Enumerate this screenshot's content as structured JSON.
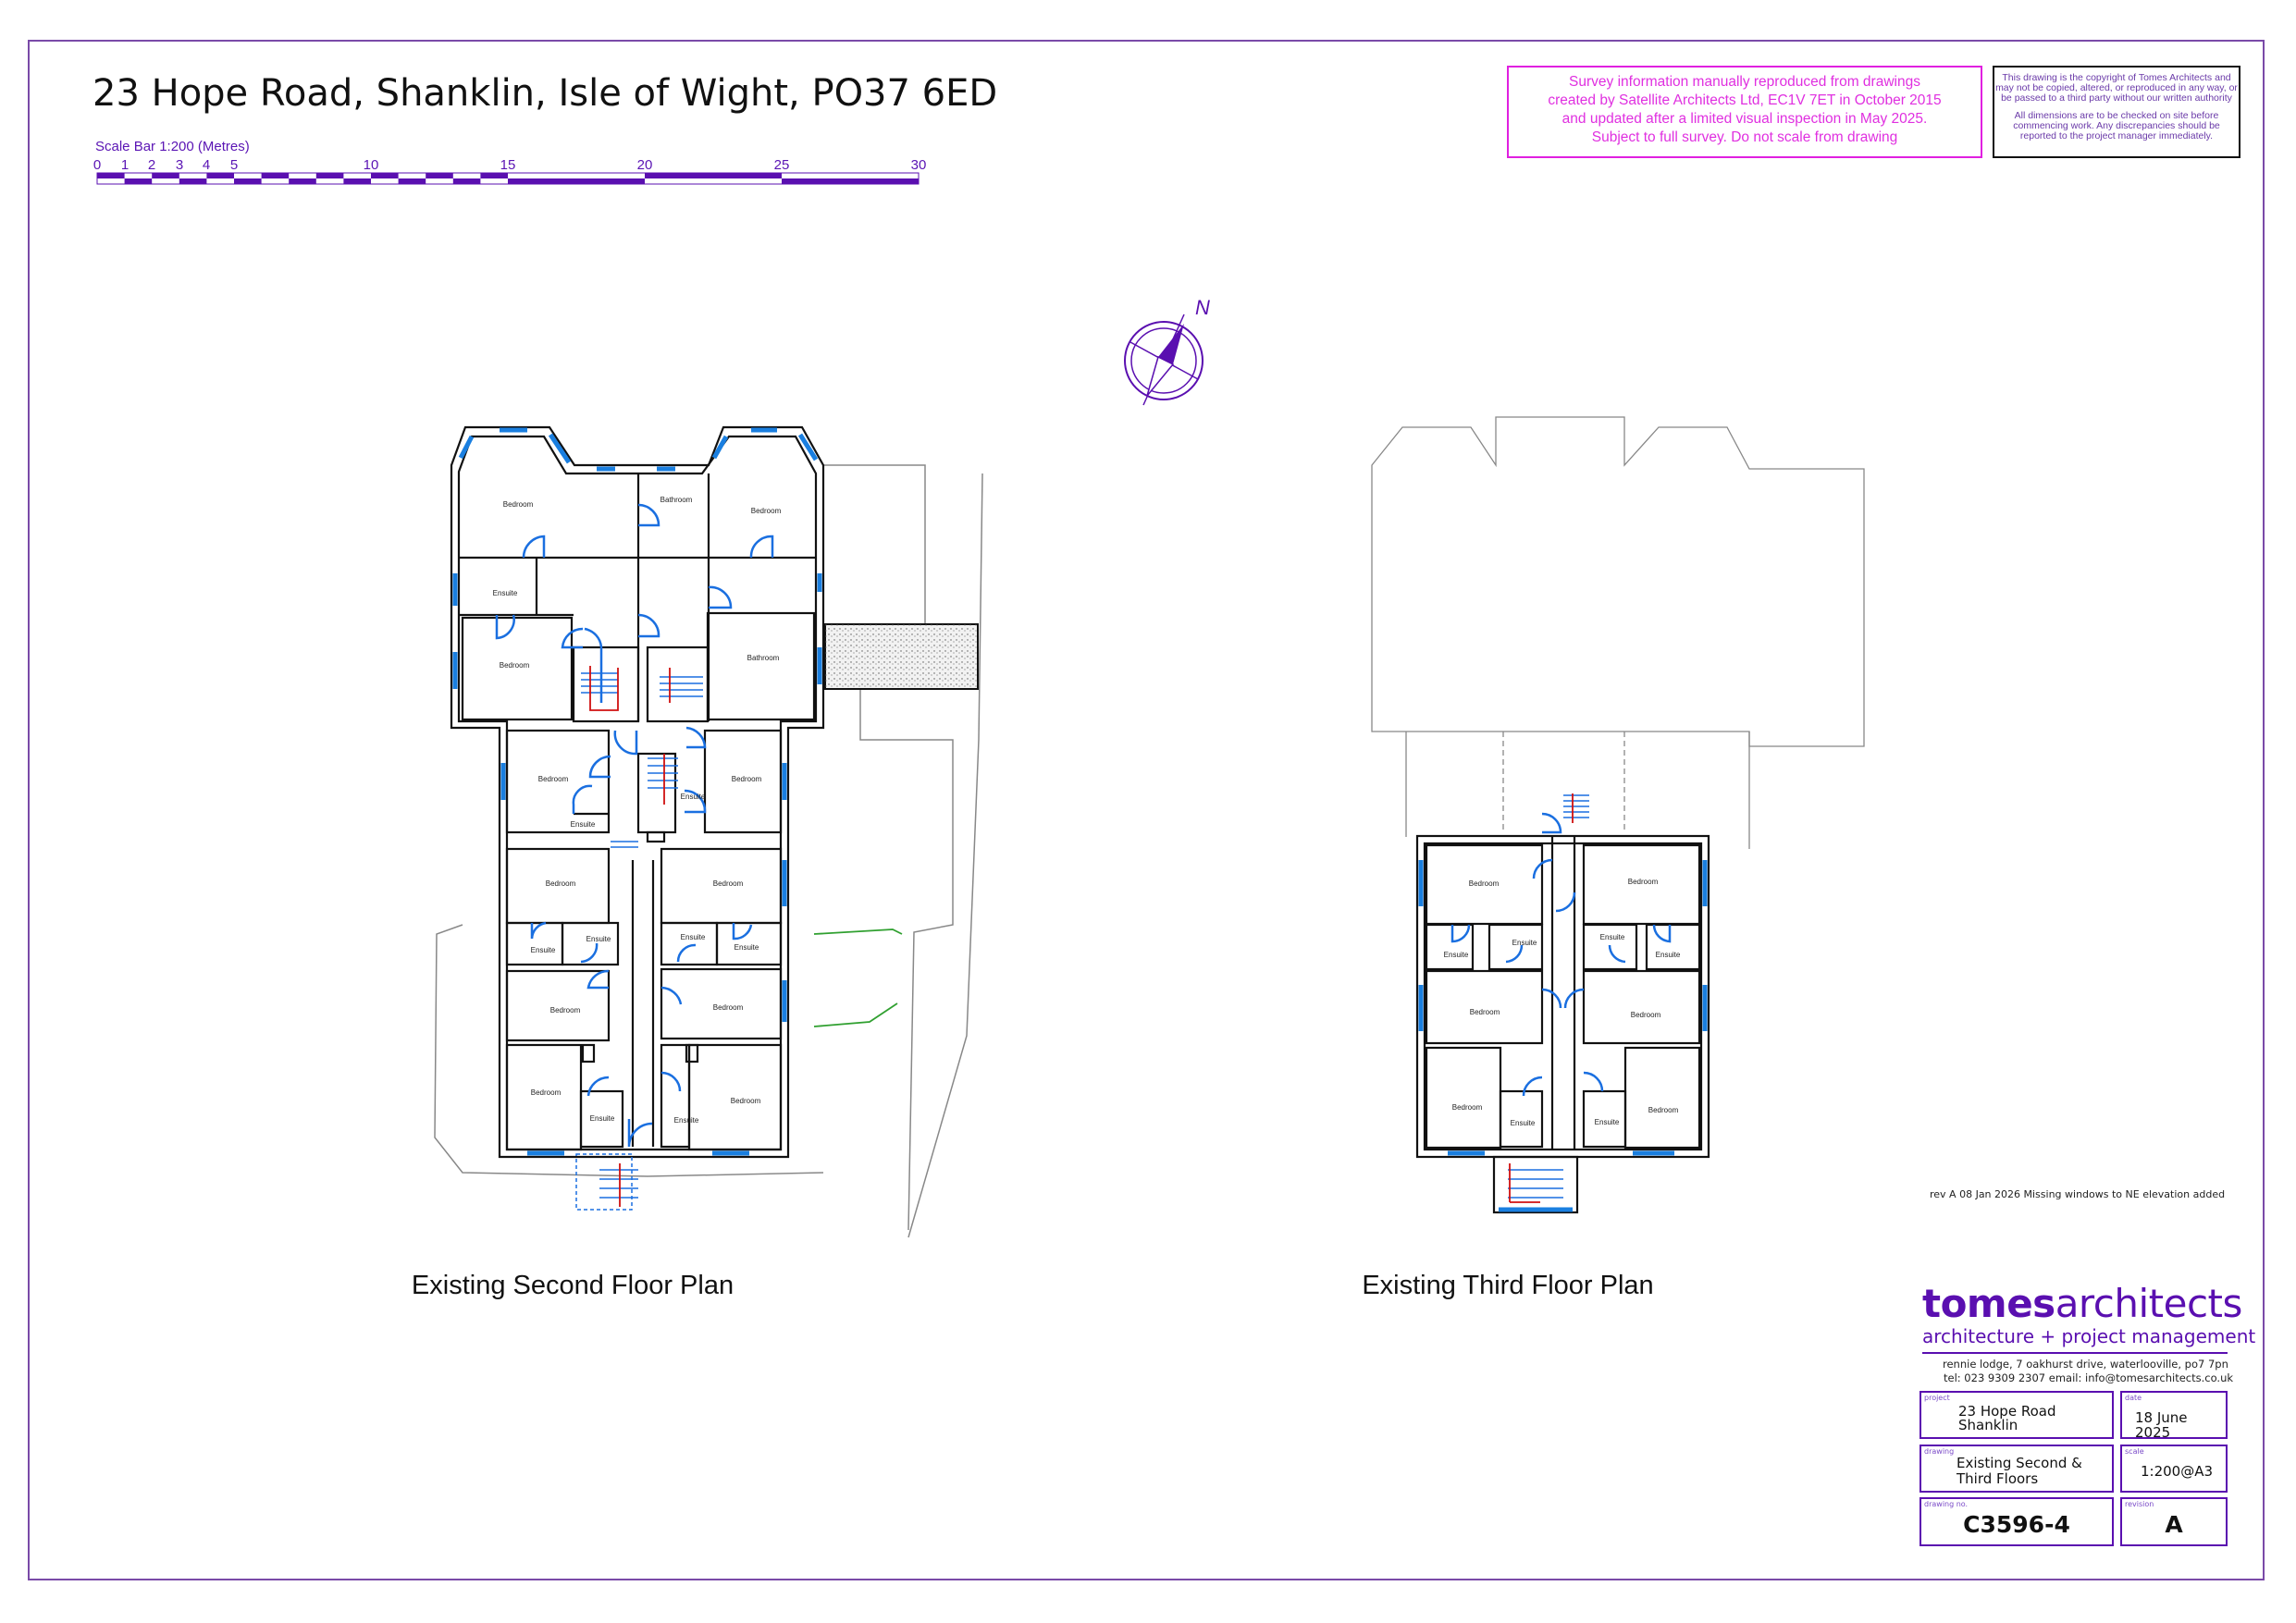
{
  "title": "23 Hope Road, Shanklin, Isle of Wight, PO37 6ED",
  "scale_bar": {
    "label": "Scale Bar 1:200 (Metres)",
    "ticks": [
      "0",
      "1",
      "2",
      "3",
      "4",
      "5",
      "10",
      "15",
      "20",
      "25",
      "30"
    ],
    "color": "#5a0fb0"
  },
  "survey_note": {
    "lines": [
      "Survey information manually reproduced from drawings",
      "created by Satellite Architects Ltd, EC1V 7ET in October 2015",
      "and updated after a limited visual inspection in May 2025.",
      "Subject to full survey. Do not scale from drawing"
    ],
    "color": "#e030e0"
  },
  "copyright_note": {
    "para1": "This drawing is the copyright of Tomes Architects and may not be copied, altered, or reproduced in any way, or be passed to a third party without our written authority",
    "para2": "All dimensions are to be checked on site before commencing work. Any discrepancies should be reported to the project manager immediately."
  },
  "north_label": "N",
  "plans": {
    "second": {
      "caption": "Existing Second Floor Plan",
      "rooms": [
        "Bedroom",
        "Bathroom",
        "Bedroom",
        "Ensuite",
        "Bedroom",
        "Bathroom",
        "Bedroom",
        "Ensuite",
        "Bedroom",
        "Ensuite",
        "Bedroom",
        "Bedroom",
        "Ensuite",
        "Ensuite",
        "Ensuite",
        "Ensuite",
        "Bedroom",
        "Bedroom",
        "Bedroom",
        "Bedroom",
        "Ensuite",
        "Ensuite"
      ]
    },
    "third": {
      "caption": "Existing Third Floor Plan",
      "rooms": [
        "Bedroom",
        "Bedroom",
        "Ensuite",
        "Ensuite",
        "Ensuite",
        "Ensuite",
        "Bedroom",
        "Bedroom",
        "Bedroom",
        "Bedroom",
        "Ensuite",
        "Ensuite"
      ]
    }
  },
  "revision_note": "rev A  08 Jan 2026  Missing windows to NE elevation added",
  "company": {
    "name_bold": "tomes",
    "name_light": "architects",
    "tagline": "architecture + project management",
    "address": "rennie lodge, 7 oakhurst drive, waterlooville, po7 7pn",
    "contact": "tel: 023 9309 2307  email: info@tomesarchitects.co.uk",
    "brand_color": "#5a0fb0"
  },
  "title_block": {
    "project_label": "project",
    "project_line1": "23 Hope Road",
    "project_line2": "Shanklin",
    "date_label": "date",
    "date": "18 June 2025",
    "drawing_label": "drawing",
    "drawing_line1": "Existing Second &",
    "drawing_line2": "Third Floors",
    "scale_label": "scale",
    "scale": "1:200@A3",
    "drawing_no_label": "drawing no.",
    "drawing_no": "C3596-4",
    "revision_label": "revision",
    "revision": "A"
  },
  "colors": {
    "wall": "#111111",
    "window": "#1a7fe0",
    "door": "#1a6fe0",
    "stair_red": "#d01010",
    "context": "#888888",
    "garden": "#30a030"
  }
}
